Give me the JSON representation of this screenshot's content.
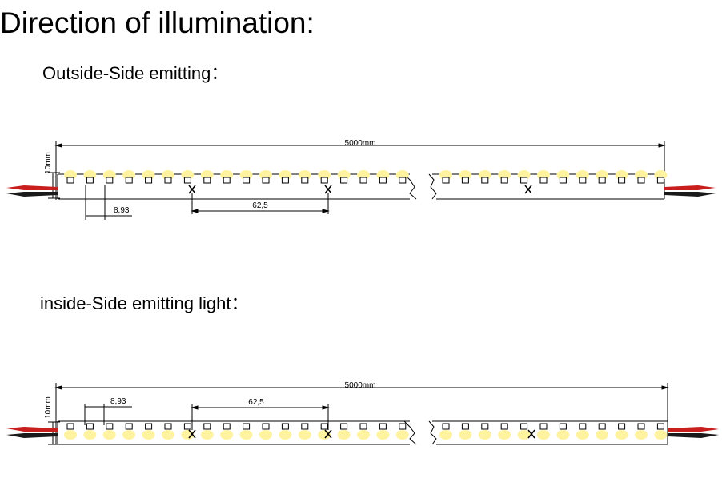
{
  "title": "Direction of illumination:",
  "sections": [
    {
      "heading": "Outside-Side emitting：",
      "emitting_side": "outside",
      "dimensions": {
        "total_length": "5000mm",
        "width": "10mm",
        "led_pitch": "8,93",
        "cut_pitch": "62,5"
      }
    },
    {
      "heading": "inside-Side emitting light：",
      "emitting_side": "inside",
      "dimensions": {
        "total_length": "5000mm",
        "width": "10mm",
        "led_pitch": "8,93",
        "cut_pitch": "62,5"
      }
    }
  ],
  "colors": {
    "wire_red": "#c81e1e",
    "wire_black": "#1a1a1a",
    "led_glow": "#fff3a0",
    "line": "#000000"
  }
}
